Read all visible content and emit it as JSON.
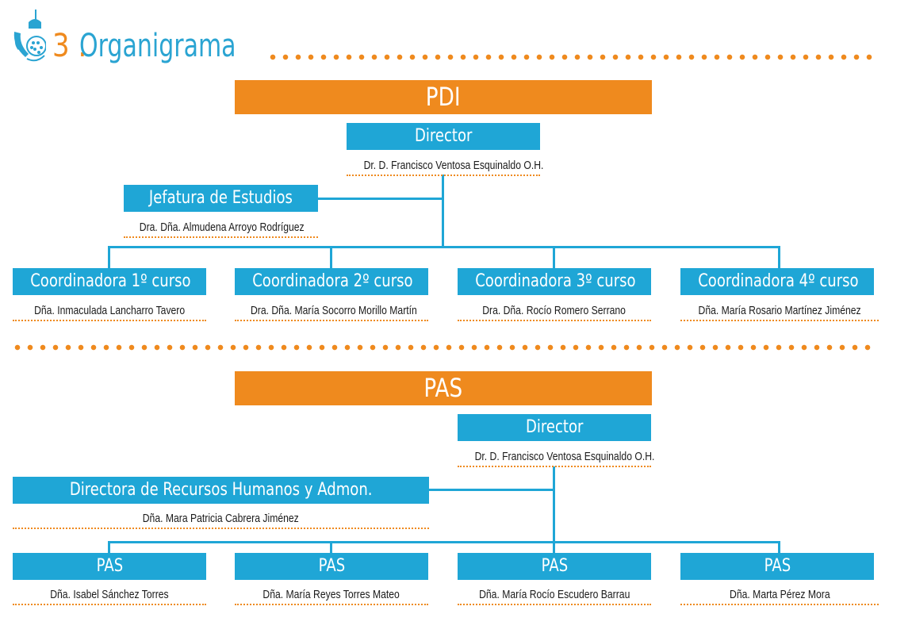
{
  "header": {
    "number": "3 .",
    "title": "Organigrama"
  },
  "colors": {
    "orange": "#ef8a1e",
    "blue": "#1fa6d6"
  },
  "pdi": {
    "band": "PDI",
    "director": {
      "role": "Director",
      "name": "Dr. D. Francisco Ventosa Esquinaldo O.H."
    },
    "jefatura": {
      "role": "Jefatura de Estudios",
      "name": "Dra. Dña. Almudena Arroyo Rodríguez"
    },
    "coordinators": [
      {
        "role": "Coordinadora 1º curso",
        "name": "Dña. Inmaculada Lancharro Tavero"
      },
      {
        "role": "Coordinadora 2º curso",
        "name": "Dra. Dña. María Socorro Morillo Martín"
      },
      {
        "role": "Coordinadora 3º curso",
        "name": "Dra. Dña. Rocío Romero Serrano"
      },
      {
        "role": "Coordinadora 4º curso",
        "name": "Dña. María Rosario Martínez Jiménez"
      }
    ]
  },
  "pas": {
    "band": "PAS",
    "director": {
      "role": "Director",
      "name": "Dr. D. Francisco Ventosa Esquinaldo O.H."
    },
    "rrhh": {
      "role": "Directora de Recursos Humanos y Admon.",
      "name": "Dña. Mara Patricia Cabrera Jiménez"
    },
    "staff": [
      {
        "role": "PAS",
        "name": "Dña. Isabel Sánchez Torres"
      },
      {
        "role": "PAS",
        "name": "Dña. María Reyes Torres Mateo"
      },
      {
        "role": "PAS",
        "name": "Dña. María Rocío Escudero Barrau"
      },
      {
        "role": "PAS",
        "name": "Dña. Marta Pérez Mora"
      }
    ]
  }
}
